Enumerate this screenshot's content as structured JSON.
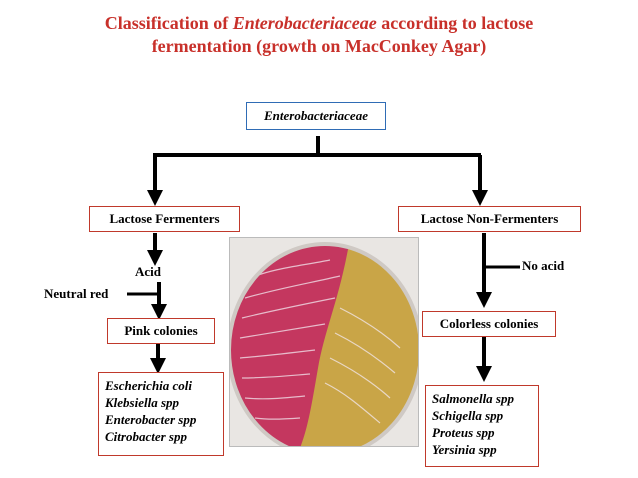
{
  "title": {
    "line1_pre": "Classification of ",
    "line1_em": "Enterobacteriaceae",
    "line1_post": " according to lactose",
    "line2": "fermentation (growth on MacConkey Agar)"
  },
  "root": {
    "label": "Enterobacteriaceae"
  },
  "left": {
    "label": "Lactose Fermenters",
    "acid_label": "Acid",
    "indicator_label": "Neutral red",
    "result_label": "Pink colonies",
    "organisms": [
      "Escherichia coli",
      "Klebsiella spp",
      "Enterobacter spp",
      "Citrobacter spp"
    ]
  },
  "right": {
    "label": "Lactose Non-Fermenters",
    "acid_label": "No acid",
    "result_label": "Colorless colonies",
    "organisms": [
      "Salmonella spp",
      "Schigella spp",
      "Proteus spp",
      "Yersinia spp"
    ]
  },
  "colors": {
    "title": "#c8302a",
    "box_border": "#c0392b",
    "root_border": "#2f6cb5",
    "pink_agar": "#c4375f",
    "yellow_agar": "#c9a547"
  }
}
